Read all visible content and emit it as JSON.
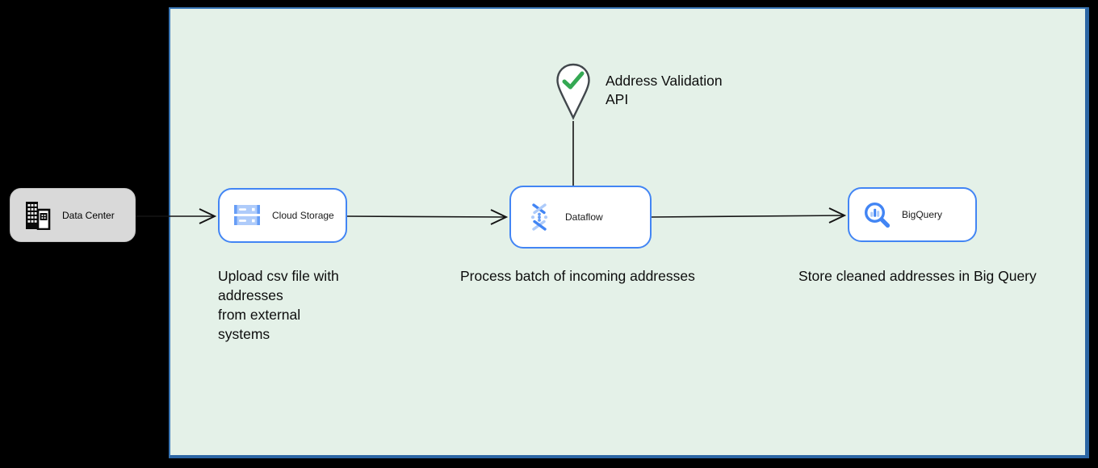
{
  "colors": {
    "background": "#000000",
    "panel_background": "#e4f1e8",
    "panel_border": "#3c79b8",
    "node_border_blue": "#4285f4",
    "icon_light_blue": "#aecbfa",
    "icon_mid_blue": "#669df6",
    "external_node_background": "#d9d9d9",
    "check_green": "#34a853",
    "connector_black": "#141414"
  },
  "external_node": {
    "label": "Data Center"
  },
  "annotation": {
    "label": "Address Validation\nAPI"
  },
  "nodes": [
    {
      "label": "Cloud Storage",
      "caption": "Upload csv file with\naddresses\nfrom external\nsystems"
    },
    {
      "label": "Dataflow",
      "caption": "Process batch of incoming addresses"
    },
    {
      "label": "BigQuery",
      "caption": "Store cleaned addresses in Big Query"
    }
  ]
}
